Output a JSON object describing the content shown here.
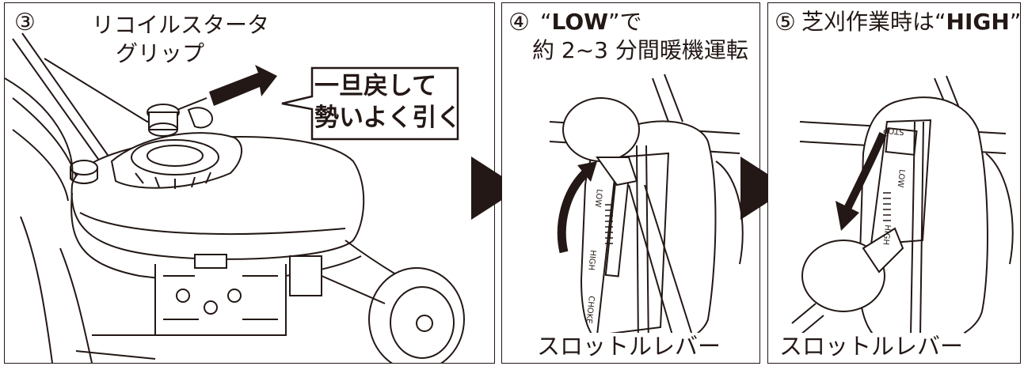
{
  "panel3": {
    "step": "③",
    "part_label_line1": "リコイルスタータ",
    "part_label_line2": "グリップ",
    "callout_line1": "一旦戻して",
    "callout_line2": "勢いよく引く"
  },
  "panel4": {
    "step": "④",
    "instruction_quote_open": "“",
    "instruction_bold": "LOW",
    "instruction_quote_close": "”で",
    "instruction_line2": "約 2~3 分間暖機運転",
    "lever_label": "スロットルレバー",
    "scale_labels": [
      "LOW",
      "HIGH",
      "CHOKE"
    ]
  },
  "panel5": {
    "step": "⑤",
    "instruction_text": "芝刈作業時は",
    "instruction_quote_open": "“",
    "instruction_bold": "HIGH",
    "instruction_quote_close": "”",
    "lever_label": "スロットルレバー",
    "scale_labels": [
      "STOP",
      "LOW",
      "HIGH"
    ]
  }
}
